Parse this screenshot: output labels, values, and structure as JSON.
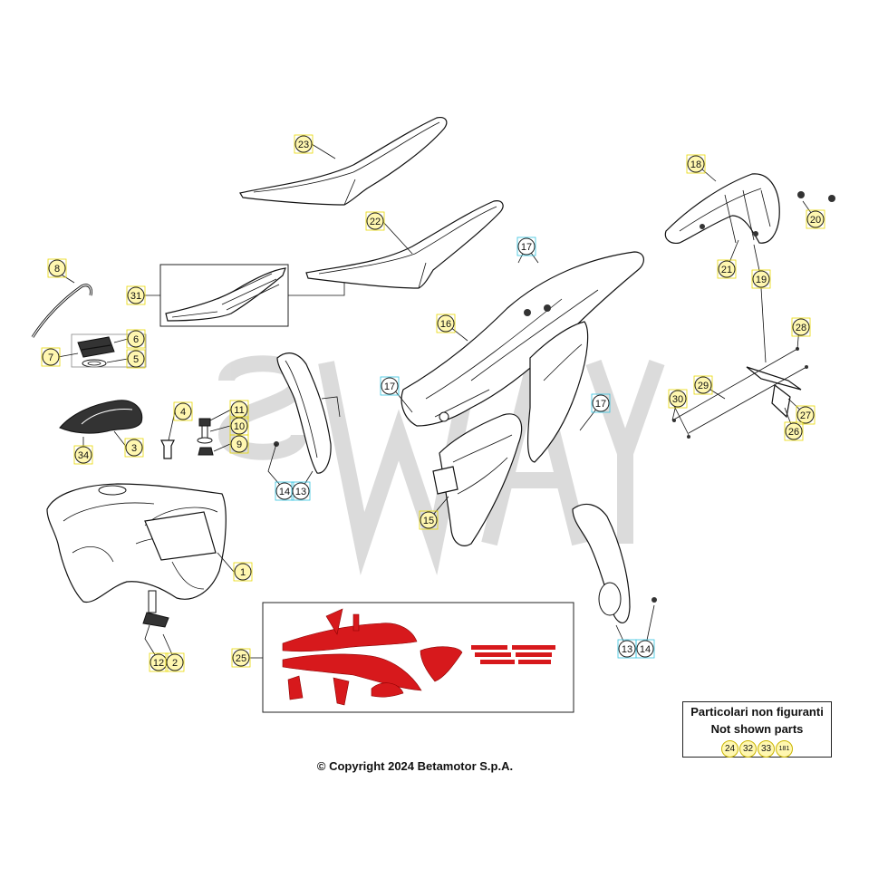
{
  "copyright": "© Copyright 2024 Betamotor S.p.A.",
  "not_shown": {
    "line1": "Particolari non figuranti",
    "line2": "Not shown parts",
    "parts": [
      "24",
      "32",
      "33",
      "181"
    ]
  },
  "colors": {
    "callout_fill_yellow": "#fff7b0",
    "callout_stroke_yellow": "#c9b400",
    "callout_fill_cyan": "#ffffff",
    "callout_stroke_cyan": "#33c3e0",
    "decal_red": "#d7191c"
  },
  "callouts": [
    {
      "label": "23",
      "style": "yellow"
    },
    {
      "label": "22",
      "style": "yellow"
    },
    {
      "label": "31",
      "style": "yellow"
    },
    {
      "label": "8",
      "style": "yellow"
    },
    {
      "label": "6",
      "style": "yellow"
    },
    {
      "label": "7",
      "style": "yellow"
    },
    {
      "label": "5",
      "style": "yellow"
    },
    {
      "label": "3",
      "style": "yellow"
    },
    {
      "label": "34",
      "style": "yellow"
    },
    {
      "label": "4",
      "style": "yellow"
    },
    {
      "label": "11",
      "style": "yellow"
    },
    {
      "label": "10",
      "style": "yellow"
    },
    {
      "label": "9",
      "style": "yellow"
    },
    {
      "label": "1",
      "style": "yellow"
    },
    {
      "label": "12",
      "style": "yellow"
    },
    {
      "label": "2",
      "style": "yellow"
    },
    {
      "label": "14",
      "style": "cyan"
    },
    {
      "label": "13",
      "style": "cyan"
    },
    {
      "label": "16",
      "style": "yellow"
    },
    {
      "label": "17",
      "style": "cyan"
    },
    {
      "label": "17",
      "style": "cyan"
    },
    {
      "label": "17",
      "style": "cyan"
    },
    {
      "label": "15",
      "style": "yellow"
    },
    {
      "label": "18",
      "style": "yellow"
    },
    {
      "label": "20",
      "style": "yellow"
    },
    {
      "label": "21",
      "style": "yellow"
    },
    {
      "label": "19",
      "style": "yellow"
    },
    {
      "label": "28",
      "style": "yellow"
    },
    {
      "label": "29",
      "style": "yellow"
    },
    {
      "label": "30",
      "style": "yellow"
    },
    {
      "label": "27",
      "style": "yellow"
    },
    {
      "label": "26",
      "style": "yellow"
    },
    {
      "label": "13",
      "style": "cyan"
    },
    {
      "label": "14",
      "style": "cyan"
    },
    {
      "label": "25",
      "style": "yellow"
    }
  ]
}
